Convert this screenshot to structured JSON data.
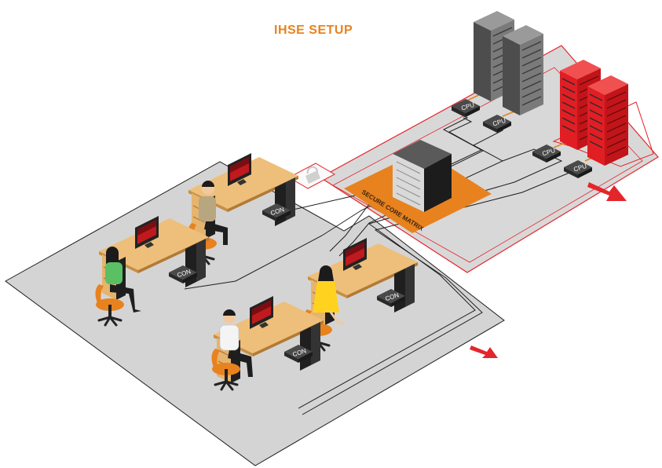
{
  "title": "IHSE SETUP",
  "matrix_label": "SECURE CORE MATRIX",
  "cpu_label": "CPU",
  "con_label": "CON",
  "colors": {
    "accent": "#e8821e",
    "secure": "#e3262b",
    "zone_fill": "#d6d6d6",
    "desk": "#e8b870",
    "server_gray": "#6d6d6d",
    "server_red": "#d7191f"
  }
}
